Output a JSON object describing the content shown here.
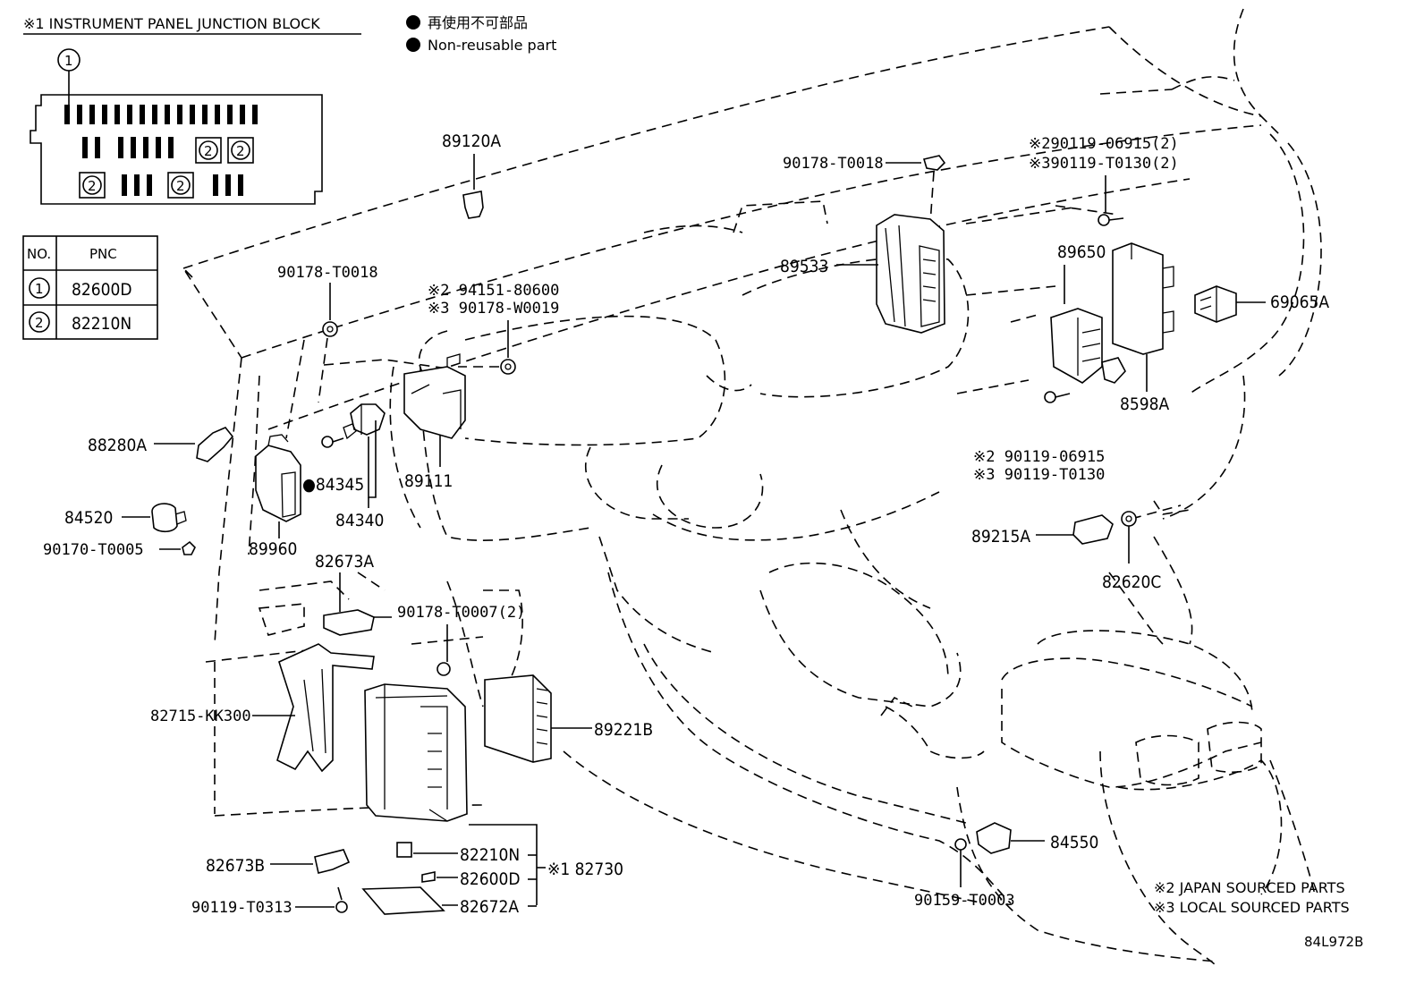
{
  "header": {
    "junction_title": "※1 INSTRUMENT PANEL JUNCTION BLOCK",
    "legend_jp": "再使用不可部品",
    "legend_en": "Non-reusable part"
  },
  "table": {
    "col_no": "NO.",
    "col_pnc": "PNC",
    "rows": [
      {
        "no": "1",
        "pnc": "82600D"
      },
      {
        "no": "2",
        "pnc": "82210N"
      }
    ]
  },
  "junction_block": {
    "callout": "1",
    "slot_marker": "2"
  },
  "labels": {
    "p89120A": "89120A",
    "p90178_T0018_top": "90178-T0018",
    "p90178_T0018_left": "90178-T0018",
    "p2_90119_06915_2": "※290119-06915(2)",
    "p3_90119_T0130_2": "※390119-T0130(2)",
    "p2_94151": "※2 94151-80600",
    "p3_90178_W0019": "※3 90178-W0019",
    "p89533": "89533",
    "p89650": "89650",
    "p69065A": "69065A",
    "p8598A": "8598A",
    "p88280A": "88280A",
    "p84345": "●84345",
    "p89111": "89111",
    "p84340": "84340",
    "p2_90119_06915": "※2 90119-06915",
    "p3_90119_T0130": "※3 90119-T0130",
    "p84520": "84520",
    "p90170_T0005": "90170-T0005",
    "p89960": "89960",
    "p82673A": "82673A",
    "p89215A": "89215A",
    "p82620C": "82620C",
    "p90178_T0007": "90178-T0007(2)",
    "p82715_KK300": "82715-KK300",
    "p89221B": "89221B",
    "p82210N": "82210N",
    "p82600D": "82600D",
    "p82730": "※1 82730",
    "p82672A": "82672A",
    "p82673B": "82673B",
    "p90119_T0313": "90119-T0313",
    "p84550": "84550",
    "p90159_T0003": "90159-T0003"
  },
  "footnotes": {
    "note2": "※2 JAPAN SOURCED PARTS",
    "note3": "※3 LOCAL SOURCED PARTS",
    "diagram_id": "84L972B"
  }
}
